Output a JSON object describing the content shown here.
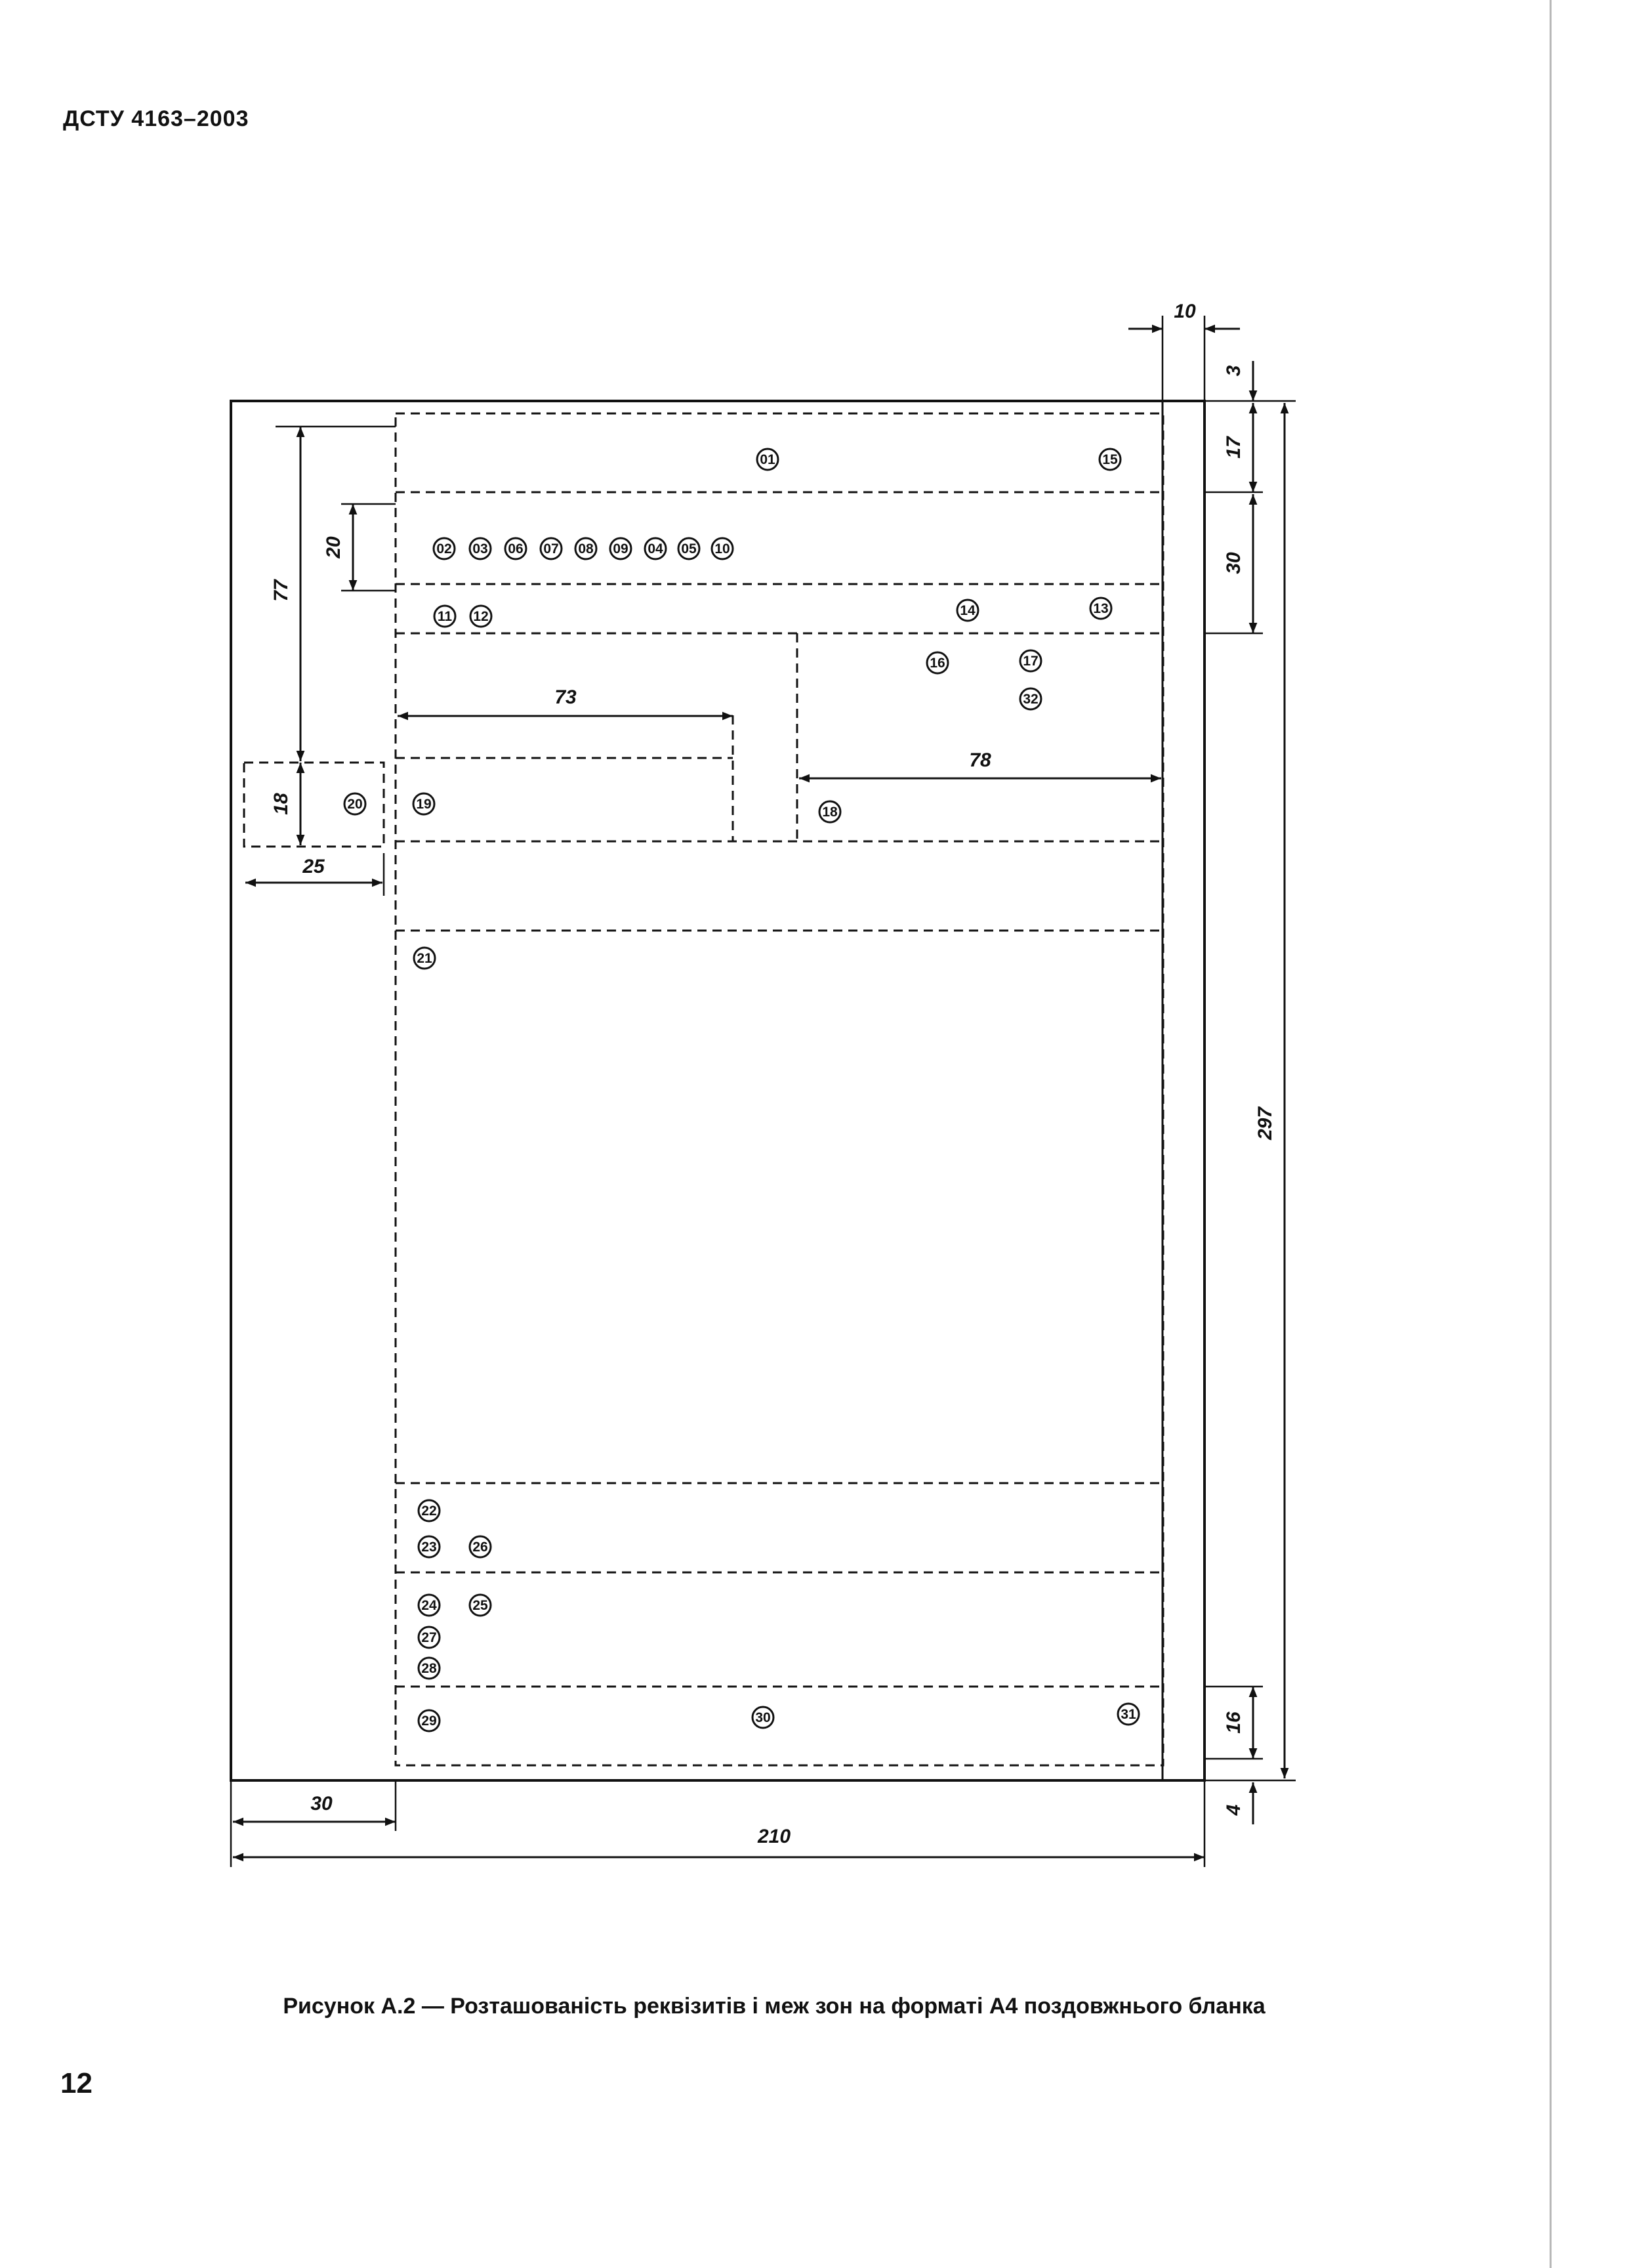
{
  "header": {
    "doc_code": "ДСТУ 4163–2003"
  },
  "footer": {
    "page_number": "12"
  },
  "caption": "Рисунок А.2 — Розташованість реквізитів і меж зон на форматі А4 поздовжнього бланка",
  "dimensions": {
    "top_margin": "3",
    "right_margin": "10",
    "header_zone": "17",
    "zone_30": "30",
    "bottom_zone": "16",
    "bottom_margin": "4",
    "page_height": "297",
    "left_77": "77",
    "left_20": "20",
    "width_73": "73",
    "width_78": "78",
    "small_18": "18",
    "small_25": "25",
    "left_margin": "30",
    "page_width": "210"
  },
  "markers": [
    {
      "id": "m01",
      "label": "01"
    },
    {
      "id": "m15",
      "label": "15"
    },
    {
      "id": "m02",
      "label": "02"
    },
    {
      "id": "m03",
      "label": "03"
    },
    {
      "id": "m06",
      "label": "06"
    },
    {
      "id": "m07",
      "label": "07"
    },
    {
      "id": "m08",
      "label": "08"
    },
    {
      "id": "m09",
      "label": "09"
    },
    {
      "id": "m04",
      "label": "04"
    },
    {
      "id": "m05",
      "label": "05"
    },
    {
      "id": "m10",
      "label": "10"
    },
    {
      "id": "m11",
      "label": "11"
    },
    {
      "id": "m12",
      "label": "12"
    },
    {
      "id": "m14",
      "label": "14"
    },
    {
      "id": "m13",
      "label": "13"
    },
    {
      "id": "m16",
      "label": "16"
    },
    {
      "id": "m17",
      "label": "17"
    },
    {
      "id": "m32",
      "label": "32"
    },
    {
      "id": "m20",
      "label": "20"
    },
    {
      "id": "m19",
      "label": "19"
    },
    {
      "id": "m18",
      "label": "18"
    },
    {
      "id": "m21",
      "label": "21"
    },
    {
      "id": "m22",
      "label": "22"
    },
    {
      "id": "m23",
      "label": "23"
    },
    {
      "id": "m26",
      "label": "26"
    },
    {
      "id": "m24",
      "label": "24"
    },
    {
      "id": "m25",
      "label": "25"
    },
    {
      "id": "m27",
      "label": "27"
    },
    {
      "id": "m28",
      "label": "28"
    },
    {
      "id": "m29",
      "label": "29"
    },
    {
      "id": "m30",
      "label": "30"
    },
    {
      "id": "m31",
      "label": "31"
    }
  ]
}
